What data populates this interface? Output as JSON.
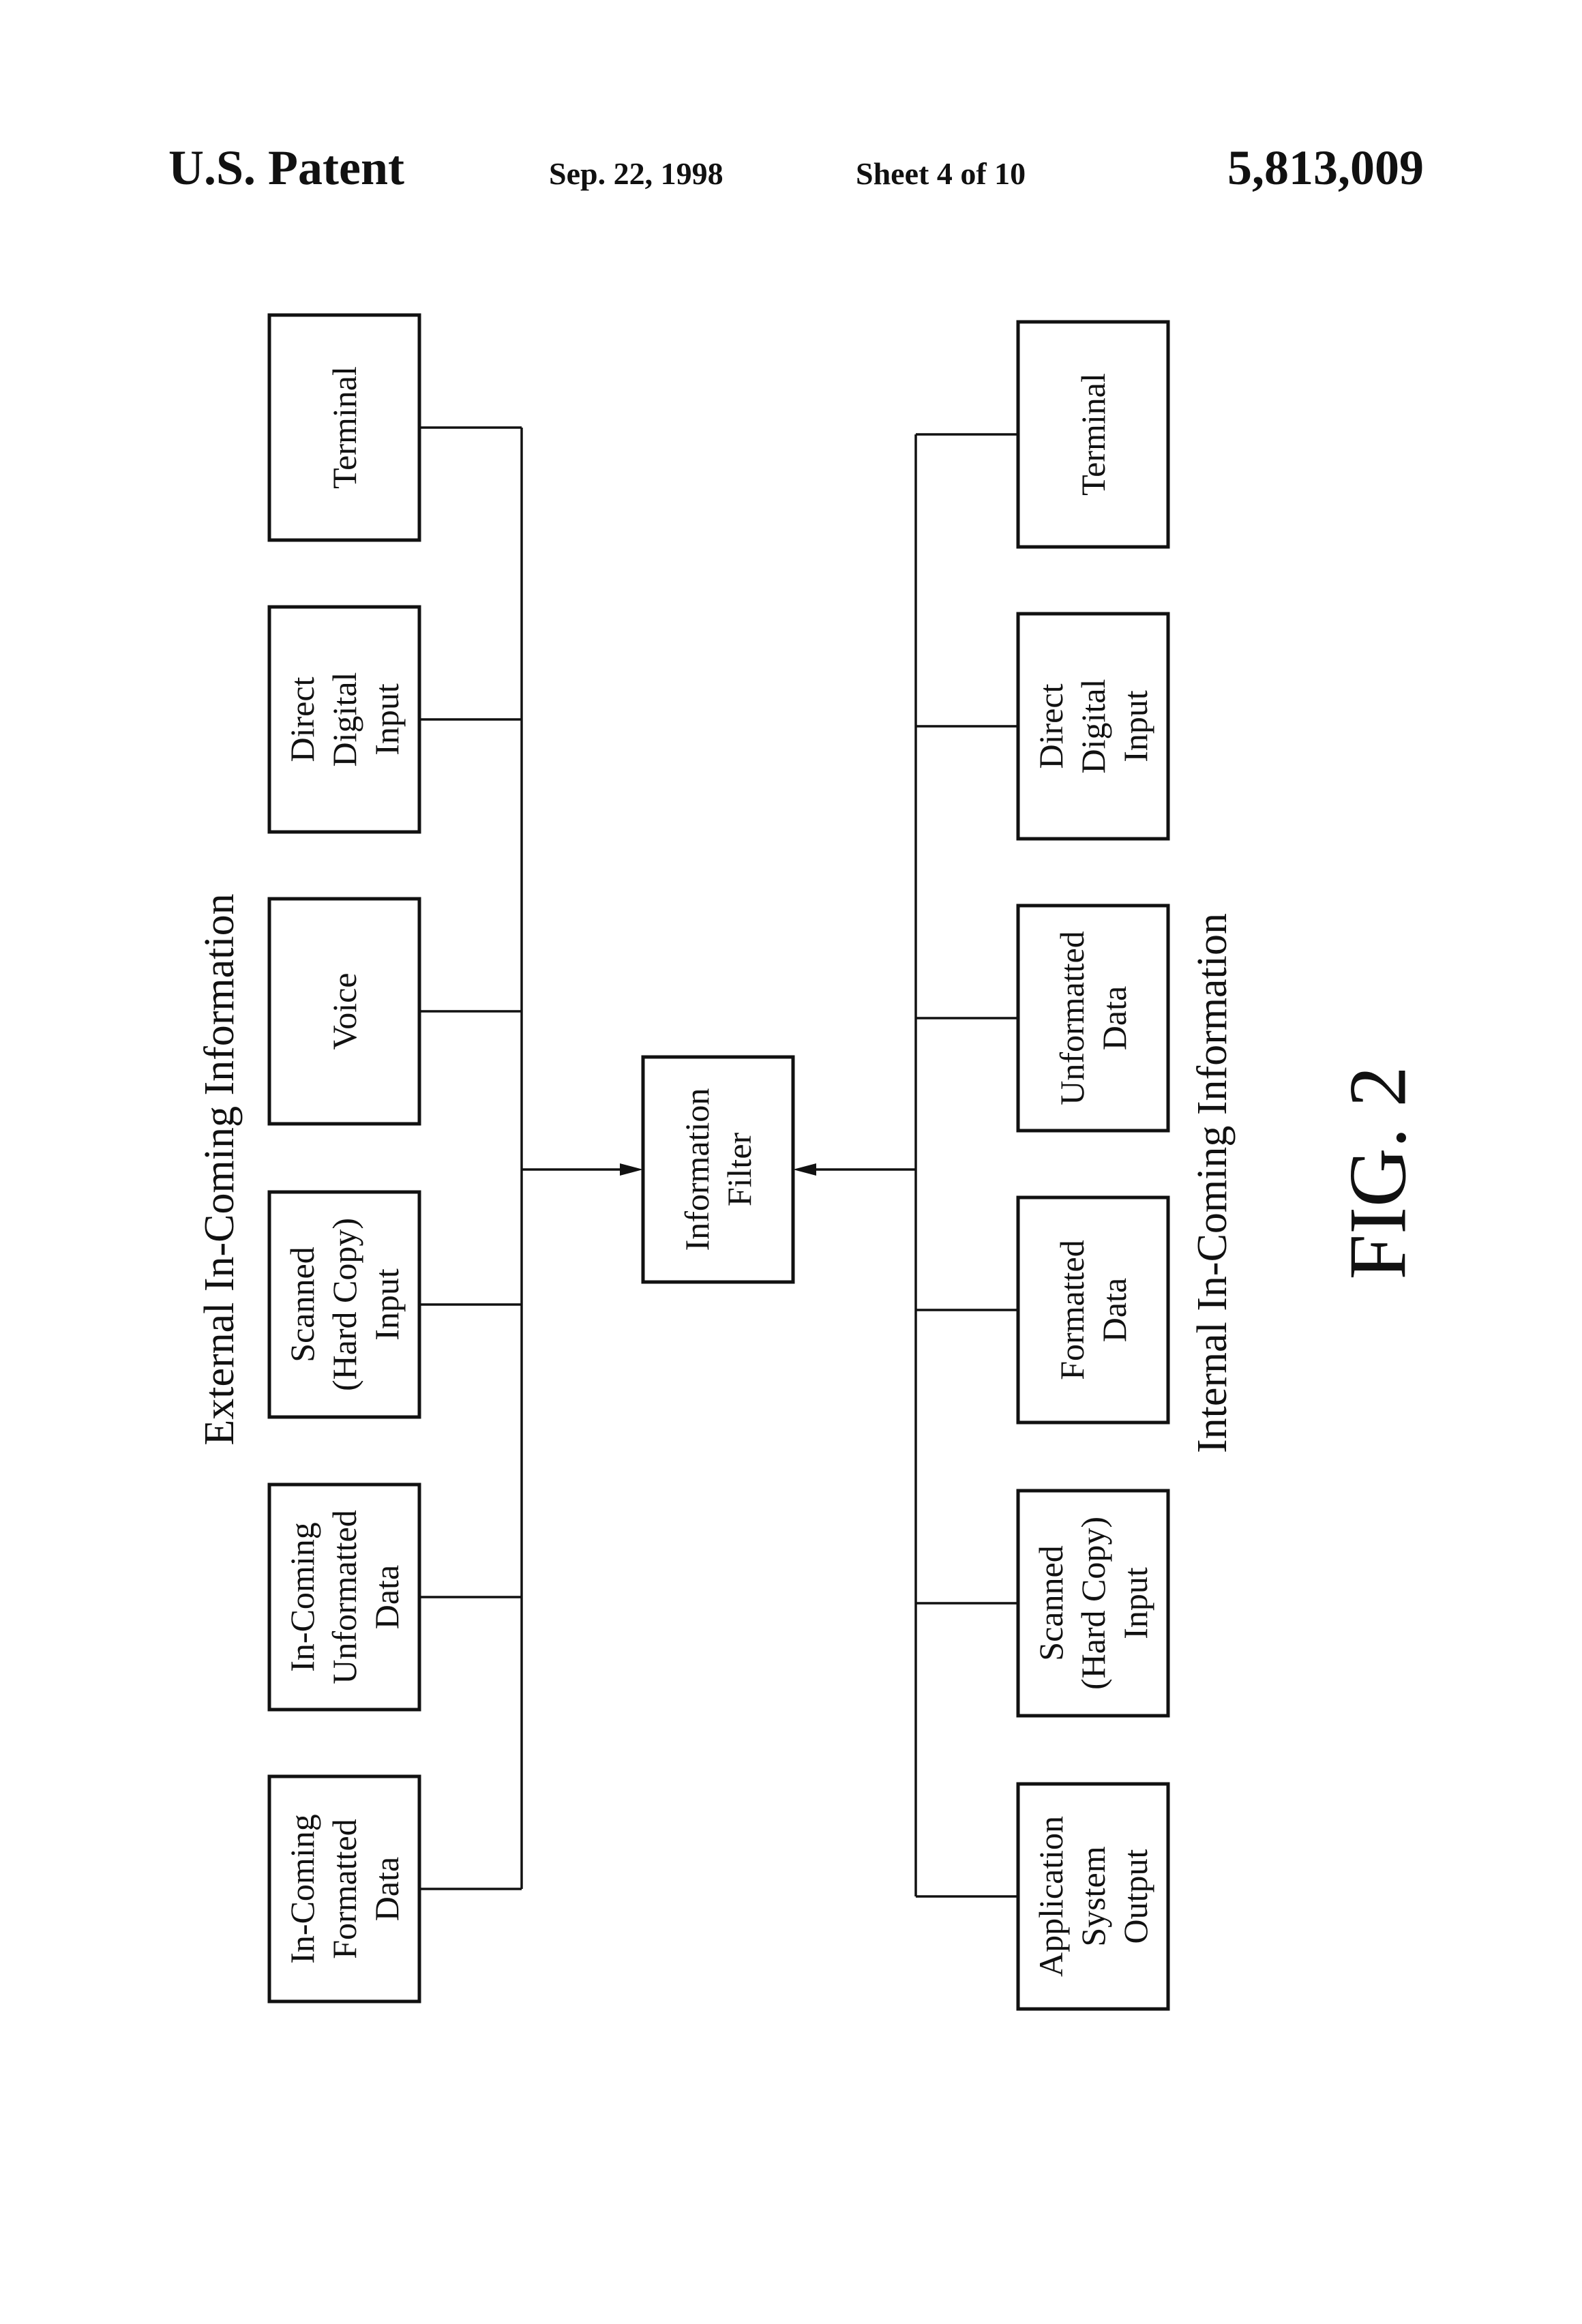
{
  "header": {
    "left": "U.S. Patent",
    "date": "Sep. 22, 1998",
    "sheet": "Sheet 4 of 10",
    "patent_number": "5,813,009"
  },
  "external_group": {
    "label": "External In-Coming Information",
    "boxes": [
      {
        "id": "ext-in-coming-formatted-data",
        "lines": [
          "In-Coming",
          "Formatted",
          "Data"
        ]
      },
      {
        "id": "ext-in-coming-unformatted-data",
        "lines": [
          "In-Coming",
          "Unformatted",
          "Data"
        ]
      },
      {
        "id": "ext-scanned-input",
        "lines": [
          "Scanned",
          "(Hard Copy)",
          "Input"
        ]
      },
      {
        "id": "ext-voice",
        "lines": [
          "Voice"
        ]
      },
      {
        "id": "ext-direct-digital-input",
        "lines": [
          "Direct",
          "Digital",
          "Input"
        ]
      },
      {
        "id": "ext-terminal",
        "lines": [
          "Terminal"
        ]
      }
    ]
  },
  "center": {
    "id": "information-filter",
    "lines": [
      "Information",
      "Filter"
    ]
  },
  "internal_group": {
    "label": "Internal In-Coming Information",
    "boxes": [
      {
        "id": "int-application-system-output",
        "lines": [
          "Application",
          "System",
          "Output"
        ]
      },
      {
        "id": "int-scanned-input",
        "lines": [
          "Scanned",
          "(Hard Copy)",
          "Input"
        ]
      },
      {
        "id": "int-formatted-data",
        "lines": [
          "Formatted",
          "Data"
        ]
      },
      {
        "id": "int-unformatted-data",
        "lines": [
          "Unformatted",
          "Data"
        ]
      },
      {
        "id": "int-direct-digital-input",
        "lines": [
          "Direct",
          "Digital",
          "Input"
        ]
      },
      {
        "id": "int-terminal",
        "lines": [
          "Terminal"
        ]
      }
    ]
  },
  "figure_label": "FIG. 2"
}
